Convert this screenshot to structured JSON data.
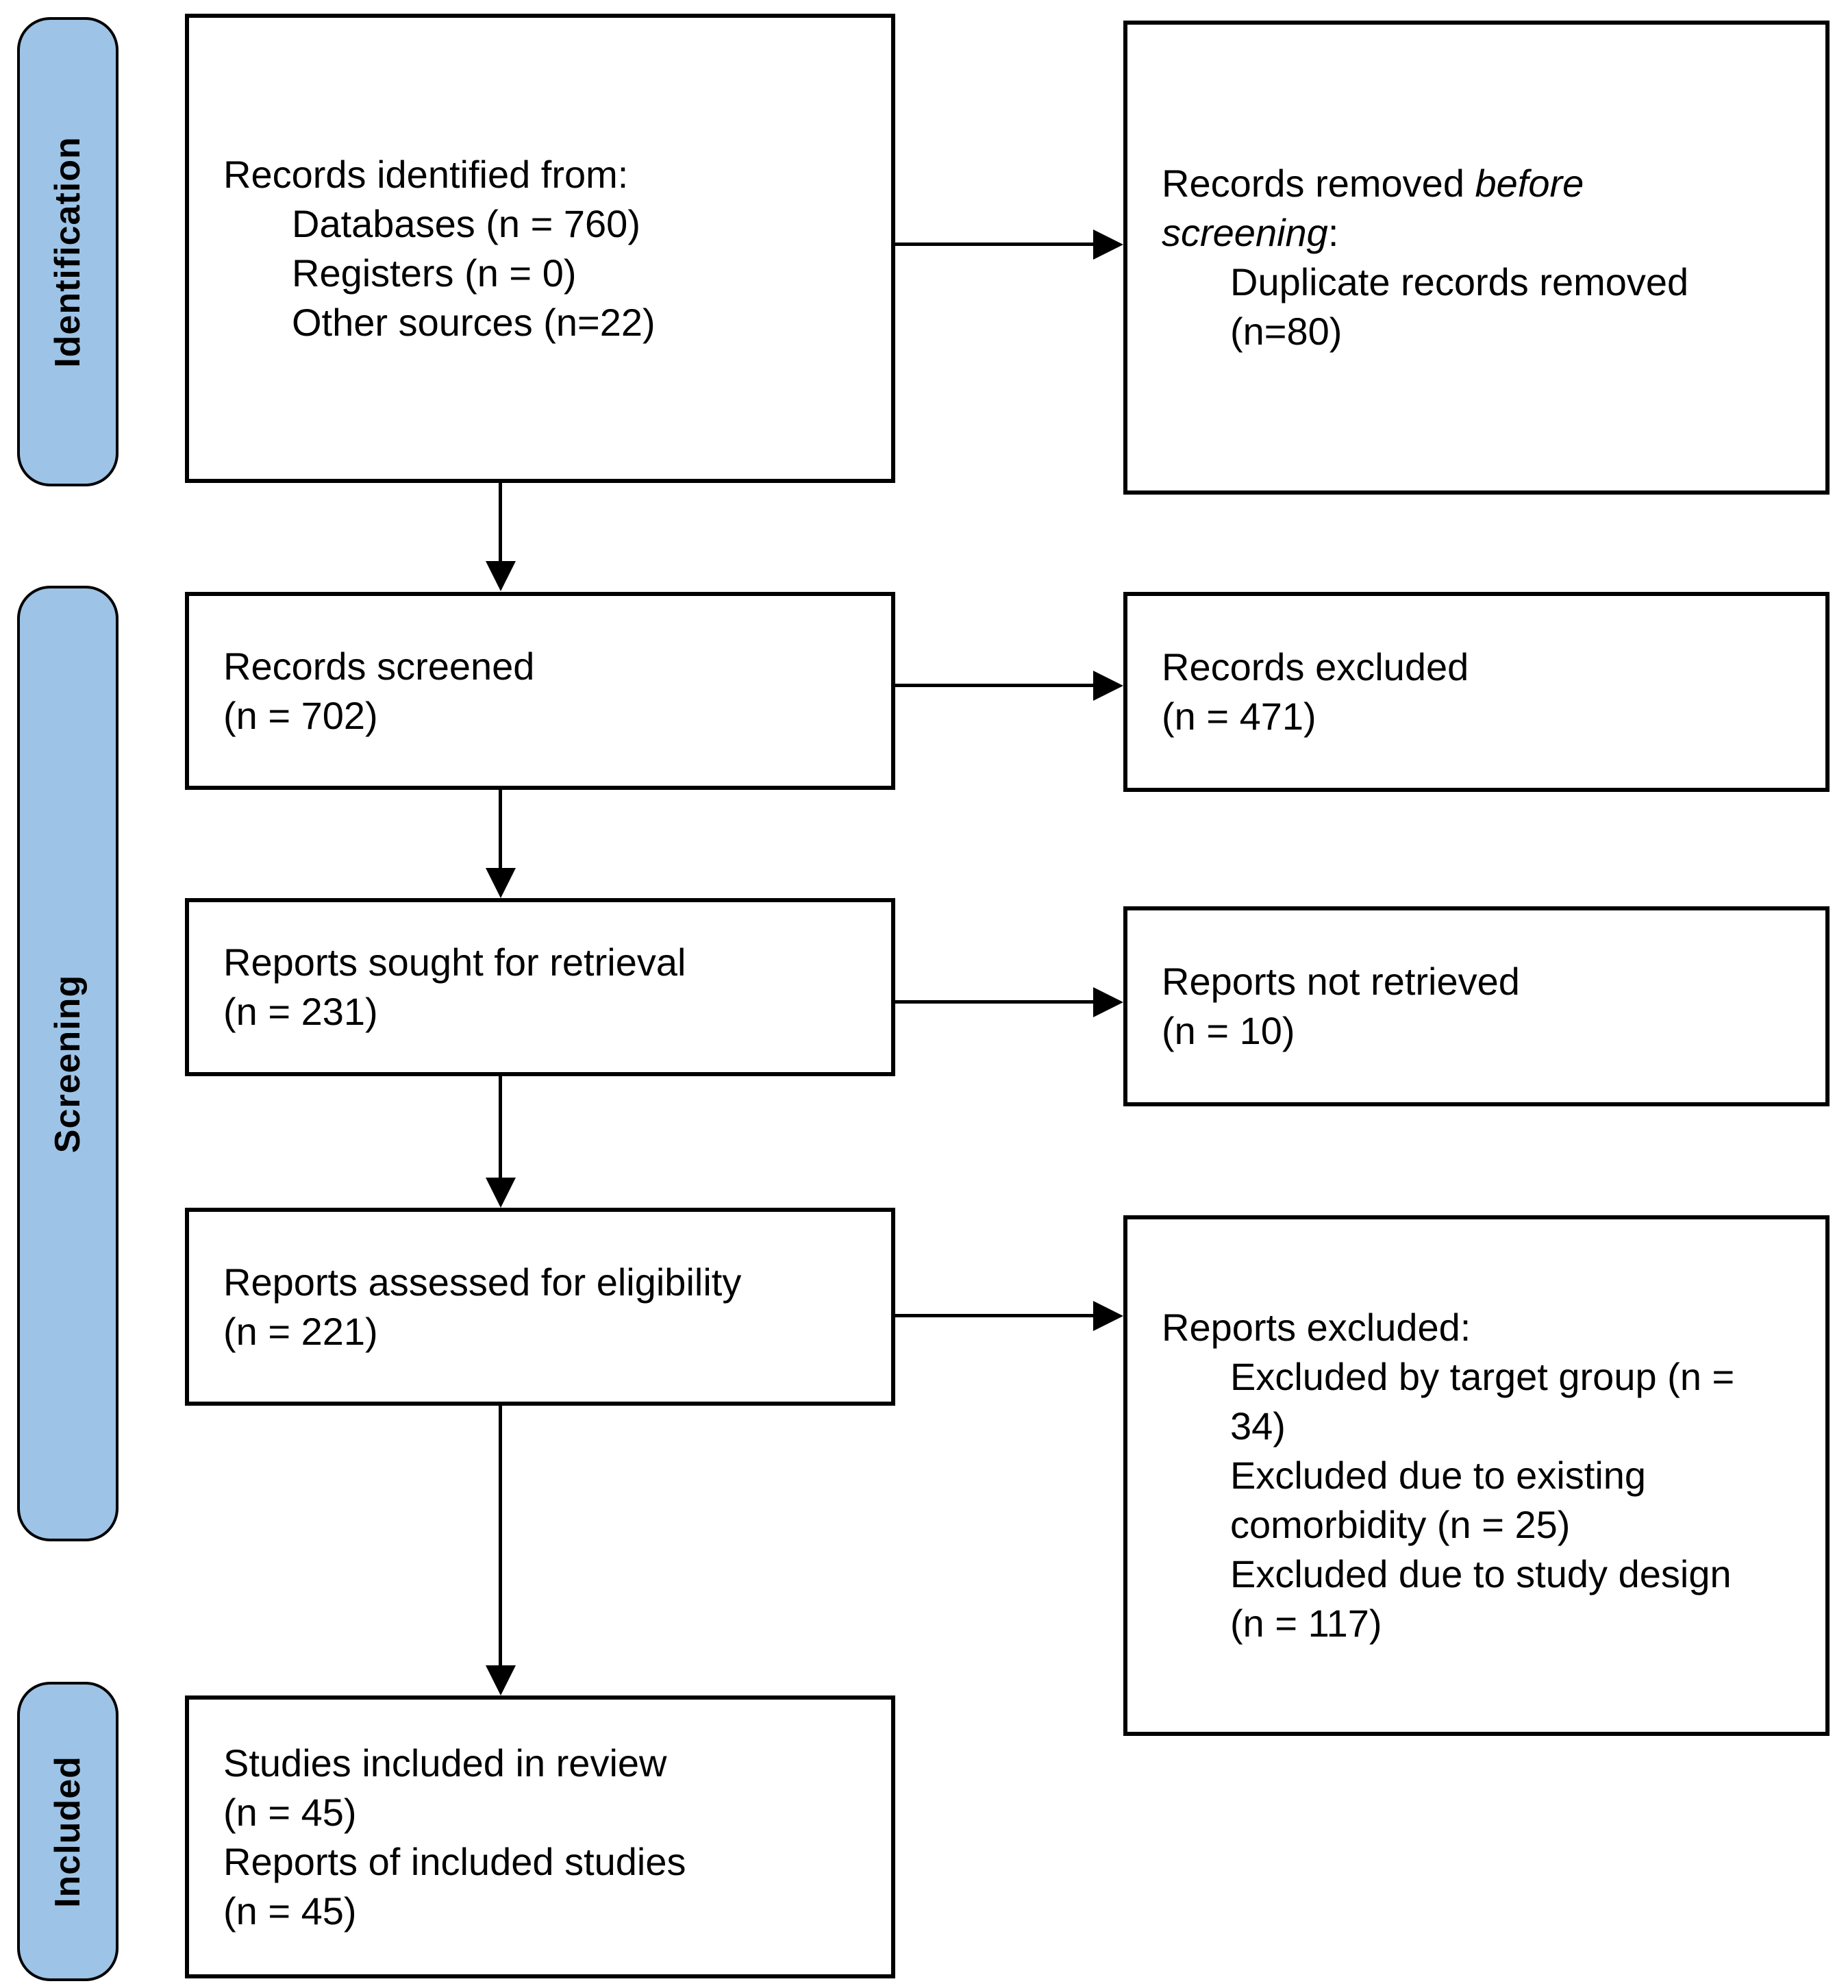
{
  "figure": {
    "kind": "PRISMA flow diagram"
  },
  "colors": {
    "stage_fill": "#9DC3E6",
    "stage_border": "#000000",
    "box_border": "#000000",
    "arrow": "#000000",
    "text": "#000000",
    "background": "#FFFFFF"
  },
  "stages": [
    {
      "label": "Identification"
    },
    {
      "label": "Screening"
    },
    {
      "label": "Included"
    }
  ],
  "boxes": {
    "identified": {
      "title": "Records identified from:",
      "items": [
        "Databases (n = 760)",
        "Registers (n = 0)",
        "Other sources (n=22)"
      ]
    },
    "removed": {
      "pre_italic": "Records removed ",
      "italic1": "before",
      "italic2": "screening",
      "post_italic": ":",
      "items": [
        "Duplicate records removed",
        "(n=80)"
      ]
    },
    "screened": {
      "lines": [
        "Records screened",
        "(n = 702)"
      ]
    },
    "records_excluded": {
      "lines": [
        "Records excluded",
        "(n = 471)"
      ]
    },
    "sought": {
      "lines": [
        "Reports sought for retrieval",
        "(n = 231)"
      ]
    },
    "not_retrieved": {
      "lines": [
        "Reports not retrieved",
        "(n = 10)"
      ]
    },
    "assessed": {
      "lines": [
        "Reports assessed for eligibility",
        "(n = 221)"
      ]
    },
    "reports_excluded": {
      "title": "Reports excluded:",
      "items": [
        "Excluded by target group (n =",
        "34)",
        "Excluded due to existing",
        "comorbidity (n = 25)",
        "Excluded due to study design",
        "(n = 117)"
      ]
    },
    "included": {
      "lines": [
        "Studies included in review",
        "(n = 45)",
        "Reports of included studies",
        "(n = 45)"
      ]
    }
  }
}
